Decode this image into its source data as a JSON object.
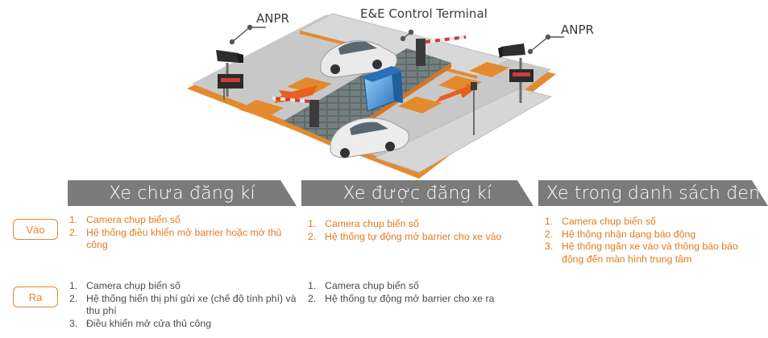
{
  "diagram": {
    "labels": {
      "anpr_left": "ANPR",
      "terminal": "E&E Control Terminal",
      "anpr_right": "ANPR"
    },
    "icons": [
      "camera-icon",
      "display-board-icon",
      "barrier-icon",
      "car-icon",
      "kiosk-icon",
      "arrow-icon"
    ]
  },
  "columns": [
    {
      "header": "Xe chưa đăng kí"
    },
    {
      "header": "Xe được đăng kí"
    },
    {
      "header": "Xe trong danh sách đen"
    }
  ],
  "rows": {
    "vao": {
      "label": "Vào",
      "cells": [
        [
          "Camera chụp biển số",
          "Hệ thống điều khiển mở barrier hoặc mở thủ công"
        ],
        [
          "Camera chụp biển số",
          "Hệ thống tự động mở barrier cho xe vào"
        ],
        [
          "Camera chụp biển số",
          "Hệ thông nhận dạng báo động",
          "Hệ thống ngăn xe vào và thông báo báo động đến màn hình trung tâm"
        ]
      ]
    },
    "ra": {
      "label": "Ra",
      "cells": [
        [
          "Camera chụp biển số",
          "Hệ thống hiển thị phí gửi xe (chế độ tính phí) và thu phí",
          "Điều khiển mở cửa thủ công"
        ],
        [
          "Camera chụp biển số",
          "Hệ thống tự động mở barrier cho xe ra"
        ]
      ]
    }
  },
  "colors": {
    "accent": "#e07b20",
    "header_bg": "#7b7b7b",
    "text": "#4a4a4a"
  }
}
